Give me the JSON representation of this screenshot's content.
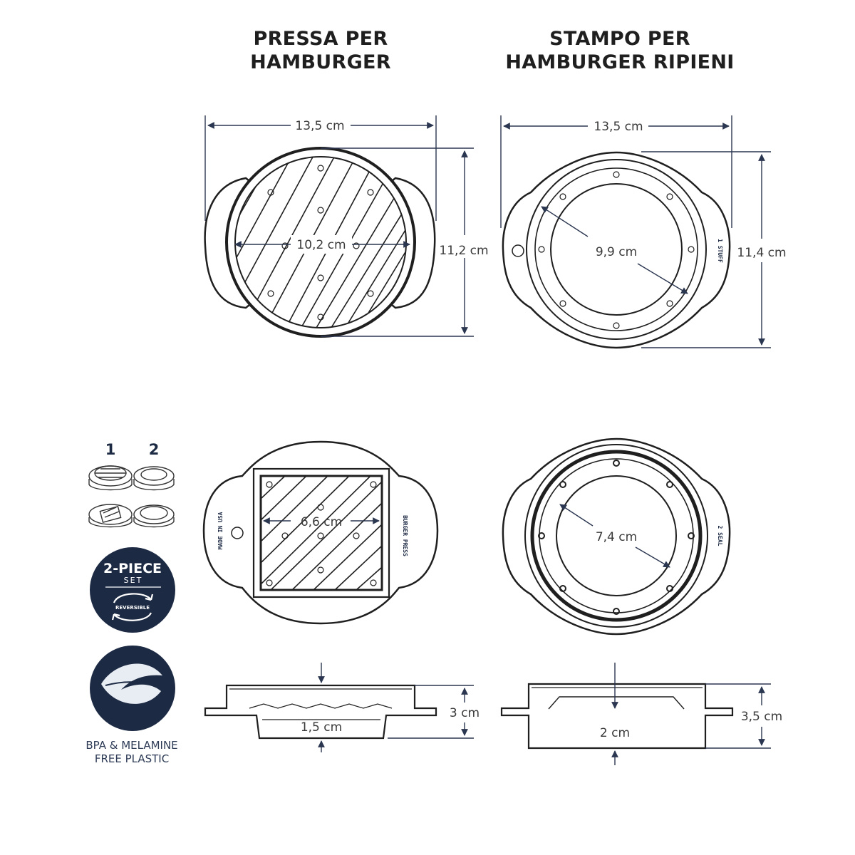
{
  "titles": {
    "press": [
      "PRESSA PER",
      "HAMBURGER"
    ],
    "mold": [
      "STAMPO PER",
      "HAMBURGER RIPIENI"
    ]
  },
  "dimensions": {
    "press_top_width": "13,5 cm",
    "press_top_inner": "10,2 cm",
    "press_top_height": "11,2 cm",
    "mold_top_width": "13,5 cm",
    "mold_top_inner": "9,9 cm",
    "mold_top_height": "11,4 cm",
    "press_bottom_inner": "6,6 cm",
    "mold_bottom_inner": "7,4 cm",
    "press_side_height": "3 cm",
    "press_side_depth": "1,5 cm",
    "mold_side_height": "3,5 cm",
    "mold_side_depth": "2 cm"
  },
  "product_print": {
    "press_brand": "BURGER PRESS",
    "press_made": "MADE IN USA",
    "mold_step1": "1 STUFF",
    "mold_step2": "2 SEAL"
  },
  "pieces": {
    "one": "1",
    "two": "2"
  },
  "badge": {
    "count": "2-PIECE",
    "set": "SET",
    "reversible": "REVERSIBLE"
  },
  "eco": {
    "line1": "BPA & MELAMINE",
    "line2": "FREE PLASTIC"
  },
  "colors": {
    "navy": "#1d2a44",
    "line": "#1f1f1f",
    "dimension_line": "#2b3650"
  }
}
